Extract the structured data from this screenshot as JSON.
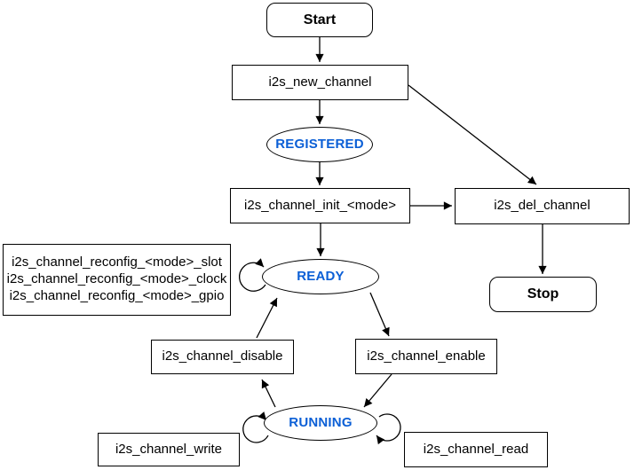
{
  "colors": {
    "state_text": "#0B5FD6",
    "node_border": "#000000",
    "node_fill": "#ffffff",
    "background": "#ffffff",
    "edge": "#000000"
  },
  "nodes": {
    "start": {
      "label": "Start"
    },
    "new_channel": {
      "label": "i2s_new_channel"
    },
    "registered": {
      "label": "REGISTERED"
    },
    "init": {
      "label": "i2s_channel_init_<mode>"
    },
    "del": {
      "label": "i2s_del_channel"
    },
    "stop": {
      "label": "Stop"
    },
    "ready": {
      "label": "READY"
    },
    "reconfig": {
      "lines": [
        "i2s_channel_reconfig_<mode>_slot",
        "i2s_channel_reconfig_<mode>_clock",
        "i2s_channel_reconfig_<mode>_gpio"
      ]
    },
    "disable": {
      "label": "i2s_channel_disable"
    },
    "enable": {
      "label": "i2s_channel_enable"
    },
    "running": {
      "label": "RUNNING"
    },
    "write": {
      "label": "i2s_channel_write"
    },
    "read": {
      "label": "i2s_channel_read"
    }
  }
}
